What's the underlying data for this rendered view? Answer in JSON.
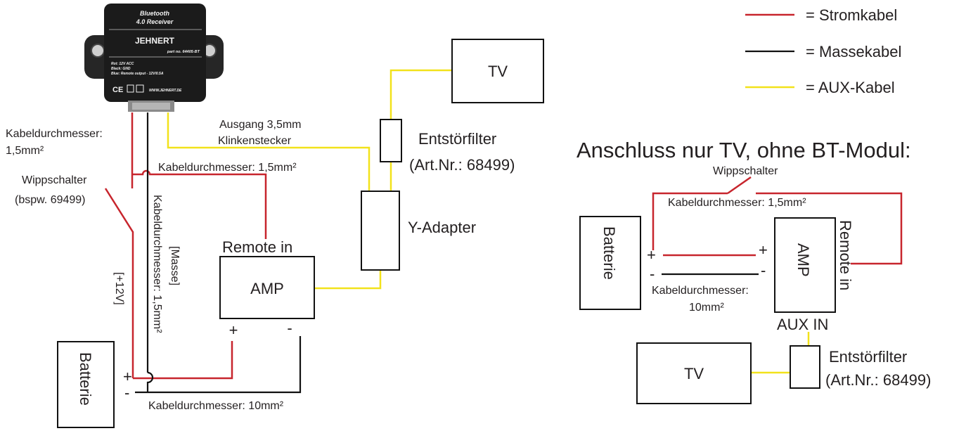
{
  "colors": {
    "power": "#c7252d",
    "ground": "#111111",
    "aux": "#f2e21b",
    "module": "#1b1b1b"
  },
  "legend": {
    "power": "= Stromkabel",
    "ground": "= Massekabel",
    "aux": "= AUX-Kabel"
  },
  "module": {
    "line1": "Bluetooth",
    "line2": "4.0 Receiver",
    "brand": "JEHNERT",
    "part": "part no. 64405-BT",
    "spec1": "Rot: 12V ACC",
    "spec2": "Black: GND",
    "spec3": "Blue: Remote output - 12V/0.5A",
    "web": "WWW.JEHNERT.DE",
    "marks": "CE"
  },
  "left_diagram": {
    "cable_diameter_a": "Kabeldurchmesser:",
    "cable_diameter_b": "1,5mm²",
    "switch_a": "Wippschalter",
    "switch_b": "(bspw. 69499)",
    "output_a": "Ausgang 3,5mm",
    "output_b": "Klinkenstecker",
    "cable_diameter_top": "Kabeldurchmesser: 1,5mm²",
    "ground_cable_diameter": "Kabeldurchmesser: 1,5mm²",
    "ground_label": "[Masse]",
    "plus12v_label": "[+12V]",
    "remote_in": "Remote in",
    "amp": "AMP",
    "amp_plus": "+",
    "amp_minus": "-",
    "battery": "Batterie",
    "battery_plus": "+",
    "battery_minus": "-",
    "battery_cable": "Kabeldurchmesser: 10mm²",
    "tv": "TV",
    "filter_a": "Entstörfilter",
    "filter_b": "(Art.Nr.: 68499)",
    "y_adapter": "Y-Adapter"
  },
  "right_diagram": {
    "title": "Anschluss nur TV, ohne BT-Modul:",
    "switch": "Wippschalter",
    "cable_top": "Kabeldurchmesser: 1,5mm²",
    "battery": "Batterie",
    "battery_plus": "+",
    "battery_minus": "-",
    "amp": "AMP",
    "amp_plus": "+",
    "amp_minus": "-",
    "remote_in": "Remote in",
    "cable_mid_a": "Kabeldurchmesser:",
    "cable_mid_b": "10mm²",
    "aux_in": "AUX IN",
    "tv": "TV",
    "filter_a": "Entstörfilter",
    "filter_b": "(Art.Nr.: 68499)"
  }
}
